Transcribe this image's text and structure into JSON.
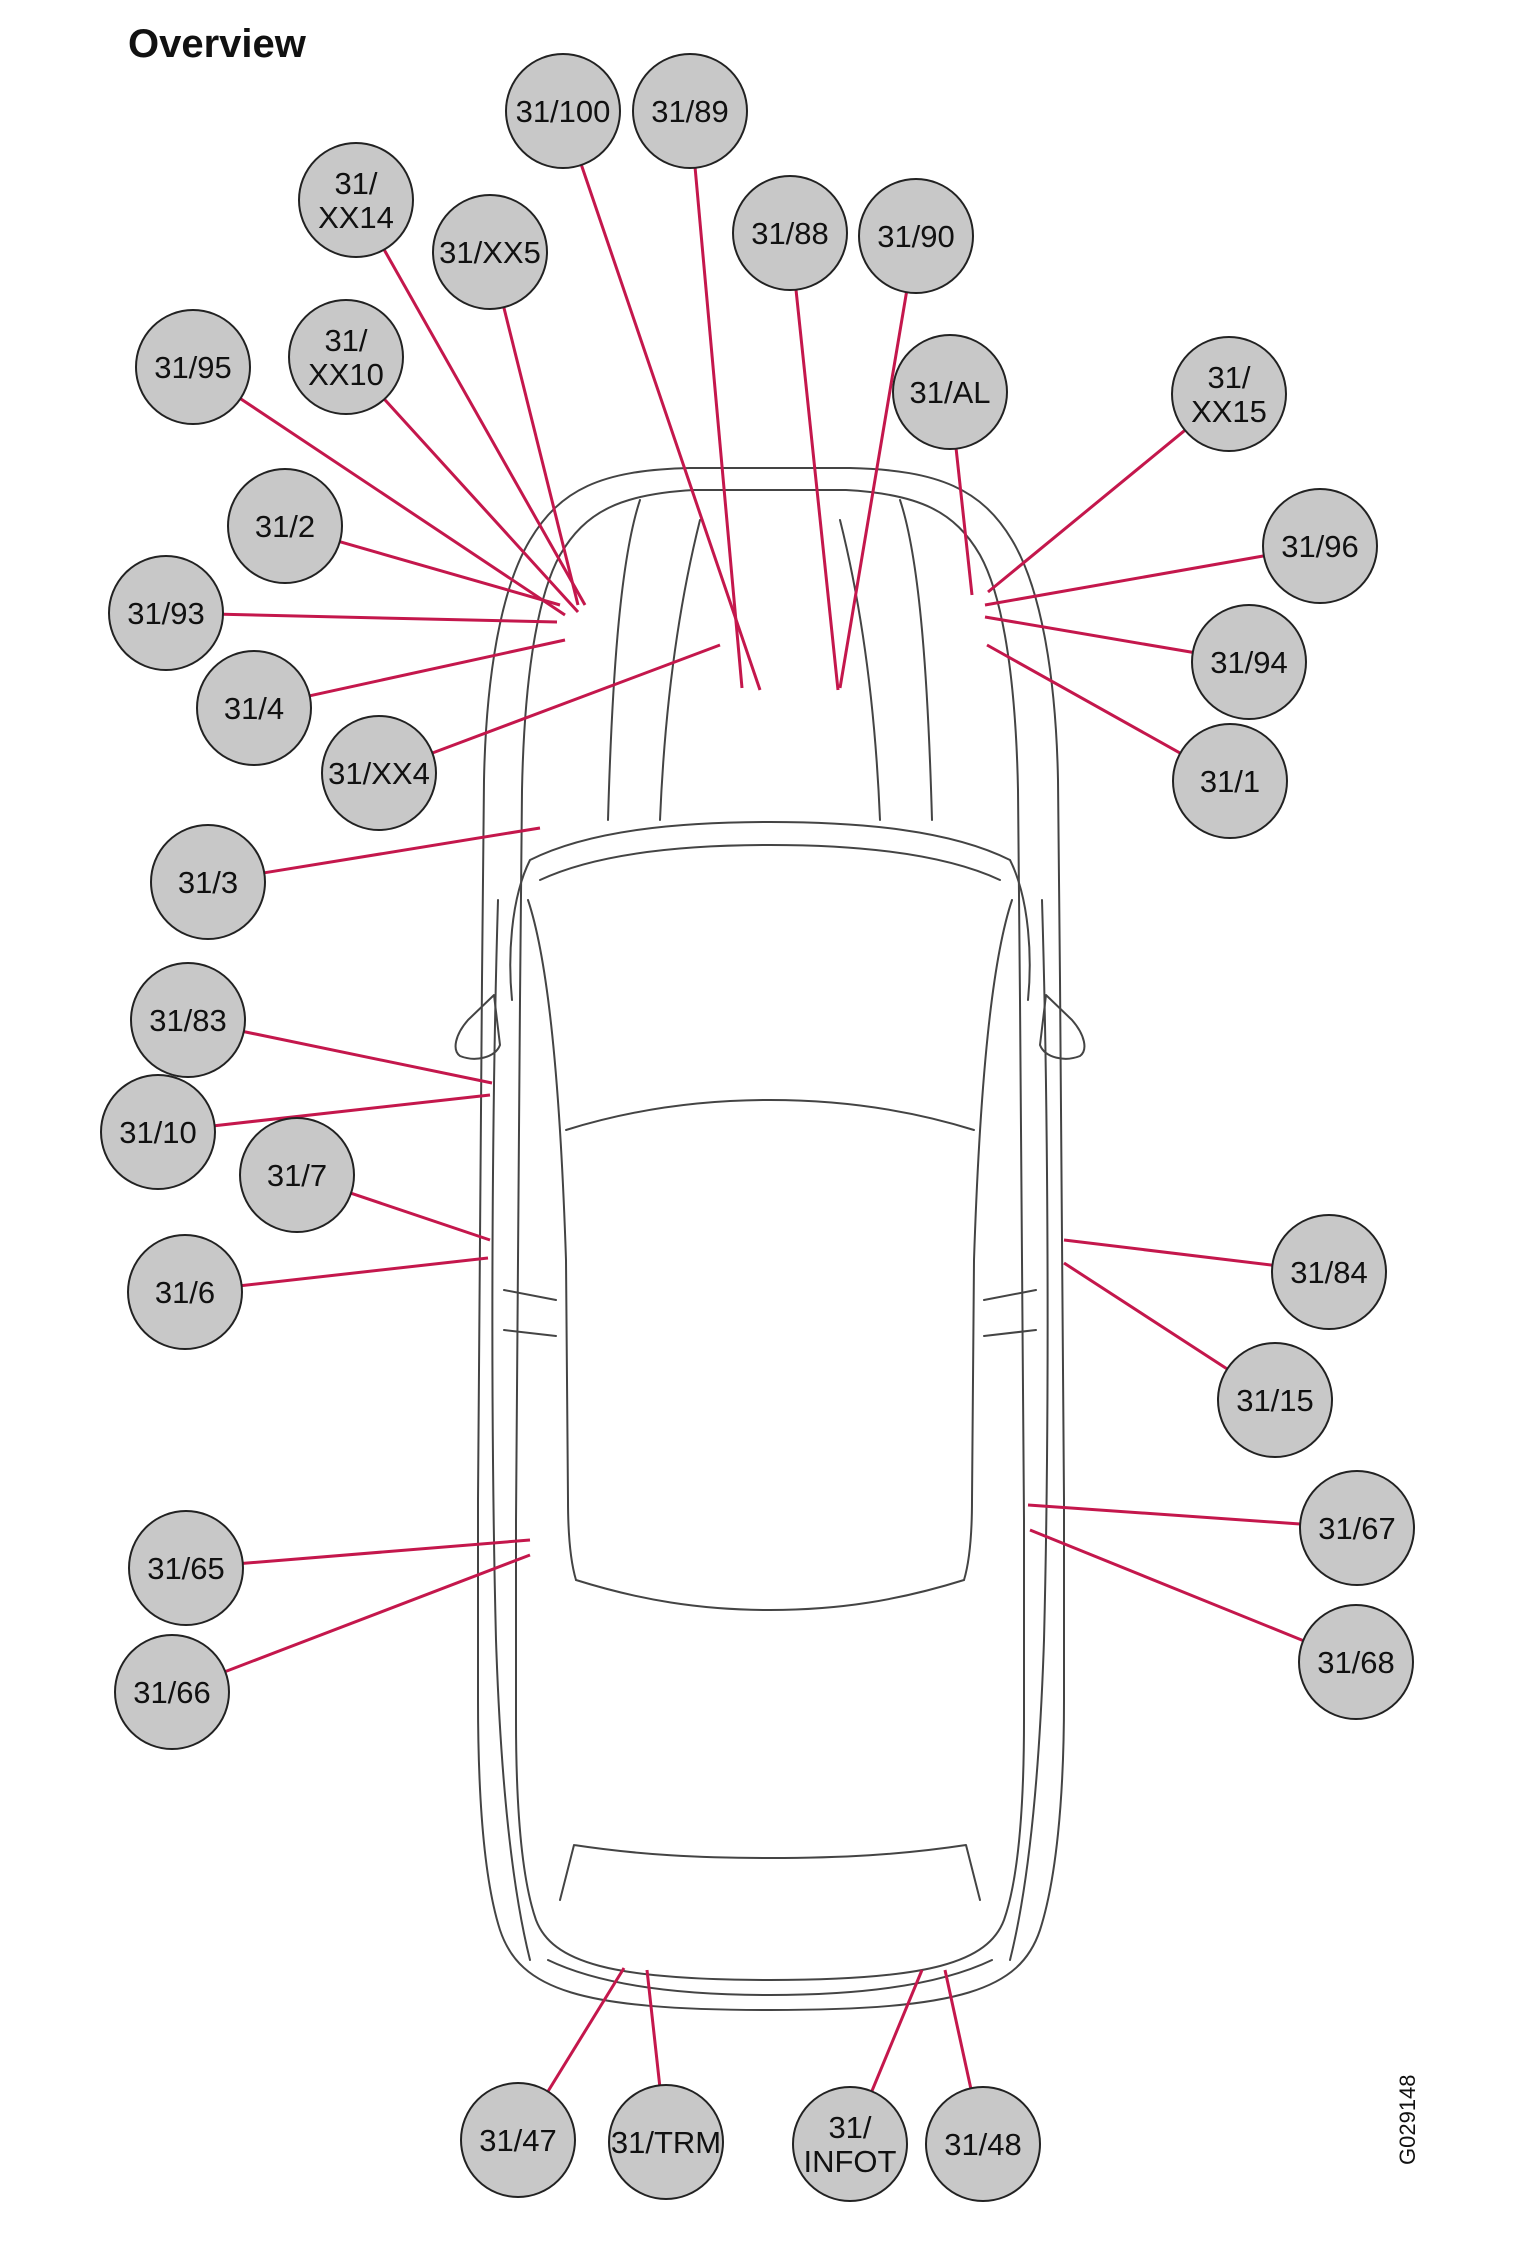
{
  "title": "Overview",
  "figure_id": "G029148",
  "colors": {
    "leader": "#c4174c",
    "badge_fill": "#c8c8c8",
    "badge_stroke": "#222222",
    "car_line": "#444444"
  },
  "callouts": [
    {
      "id": "31-100",
      "lines": [
        "31/100"
      ]
    },
    {
      "id": "31-89",
      "lines": [
        "31/89"
      ]
    },
    {
      "id": "31-xx14",
      "lines": [
        "31/",
        "XX14"
      ]
    },
    {
      "id": "31-xx5",
      "lines": [
        "31/XX5"
      ]
    },
    {
      "id": "31-88",
      "lines": [
        "31/88"
      ]
    },
    {
      "id": "31-90",
      "lines": [
        "31/90"
      ]
    },
    {
      "id": "31-xx10",
      "lines": [
        "31/",
        "XX10"
      ]
    },
    {
      "id": "31-95",
      "lines": [
        "31/95"
      ]
    },
    {
      "id": "31-al",
      "lines": [
        "31/AL"
      ]
    },
    {
      "id": "31-xx15",
      "lines": [
        "31/",
        "XX15"
      ]
    },
    {
      "id": "31-2",
      "lines": [
        "31/2"
      ]
    },
    {
      "id": "31-96",
      "lines": [
        "31/96"
      ]
    },
    {
      "id": "31-93",
      "lines": [
        "31/93"
      ]
    },
    {
      "id": "31-94",
      "lines": [
        "31/94"
      ]
    },
    {
      "id": "31-4",
      "lines": [
        "31/4"
      ]
    },
    {
      "id": "31-xx4",
      "lines": [
        "31/XX4"
      ]
    },
    {
      "id": "31-1",
      "lines": [
        "31/1"
      ]
    },
    {
      "id": "31-3",
      "lines": [
        "31/3"
      ]
    },
    {
      "id": "31-83",
      "lines": [
        "31/83"
      ]
    },
    {
      "id": "31-10",
      "lines": [
        "31/10"
      ]
    },
    {
      "id": "31-7",
      "lines": [
        "31/7"
      ]
    },
    {
      "id": "31-6",
      "lines": [
        "31/6"
      ]
    },
    {
      "id": "31-84",
      "lines": [
        "31/84"
      ]
    },
    {
      "id": "31-15",
      "lines": [
        "31/15"
      ]
    },
    {
      "id": "31-67",
      "lines": [
        "31/67"
      ]
    },
    {
      "id": "31-65",
      "lines": [
        "31/65"
      ]
    },
    {
      "id": "31-66",
      "lines": [
        "31/66"
      ]
    },
    {
      "id": "31-68",
      "lines": [
        "31/68"
      ]
    },
    {
      "id": "31-47",
      "lines": [
        "31/47"
      ]
    },
    {
      "id": "31-trm",
      "lines": [
        "31/TRM"
      ]
    },
    {
      "id": "31-infot",
      "lines": [
        "31/",
        "INFOT"
      ]
    },
    {
      "id": "31-48",
      "lines": [
        "31/48"
      ]
    }
  ]
}
